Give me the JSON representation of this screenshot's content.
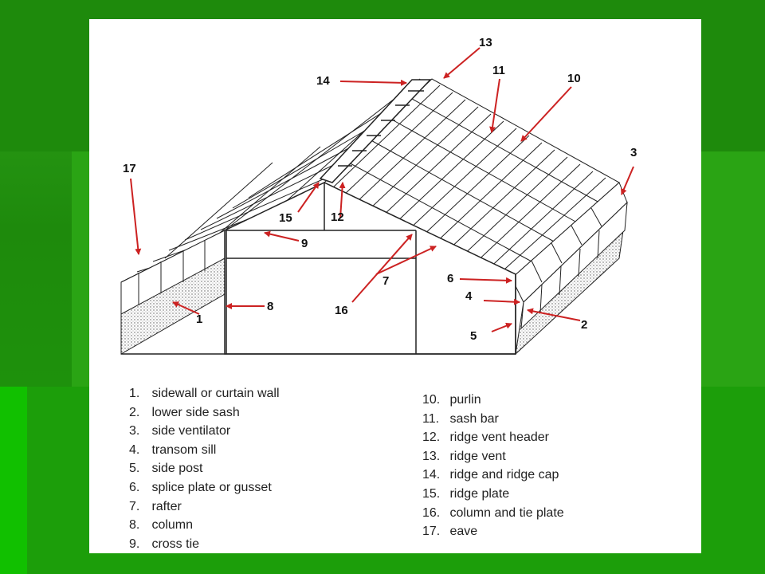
{
  "colors": {
    "background": "#1e8a0c",
    "panel": "#ffffff",
    "arrow": "#cc2222",
    "line": "#222222"
  },
  "callouts": [
    "1",
    "2",
    "3",
    "4",
    "5",
    "6",
    "7",
    "8",
    "9",
    "10",
    "11",
    "12",
    "13",
    "14",
    "15",
    "16",
    "17"
  ],
  "legend": {
    "left": [
      {
        "num": "1.",
        "text": "sidewall or curtain wall"
      },
      {
        "num": "2.",
        "text": "lower side sash"
      },
      {
        "num": "3.",
        "text": "side ventilator"
      },
      {
        "num": "4.",
        "text": "transom sill"
      },
      {
        "num": "5.",
        "text": "side post"
      },
      {
        "num": "6.",
        "text": "splice plate or gusset"
      },
      {
        "num": "7.",
        "text": "rafter"
      },
      {
        "num": "8.",
        "text": "column"
      },
      {
        "num": "9.",
        "text": "cross tie"
      }
    ],
    "right": [
      {
        "num": "10.",
        "text": "purlin"
      },
      {
        "num": "11.",
        "text": "sash bar"
      },
      {
        "num": "12.",
        "text": "ridge vent header"
      },
      {
        "num": "13.",
        "text": "ridge vent"
      },
      {
        "num": "14.",
        "text": "ridge and ridge cap"
      },
      {
        "num": "15.",
        "text": "ridge plate"
      },
      {
        "num": "16.",
        "text": "column and tie plate"
      },
      {
        "num": "17.",
        "text": "eave"
      }
    ]
  }
}
